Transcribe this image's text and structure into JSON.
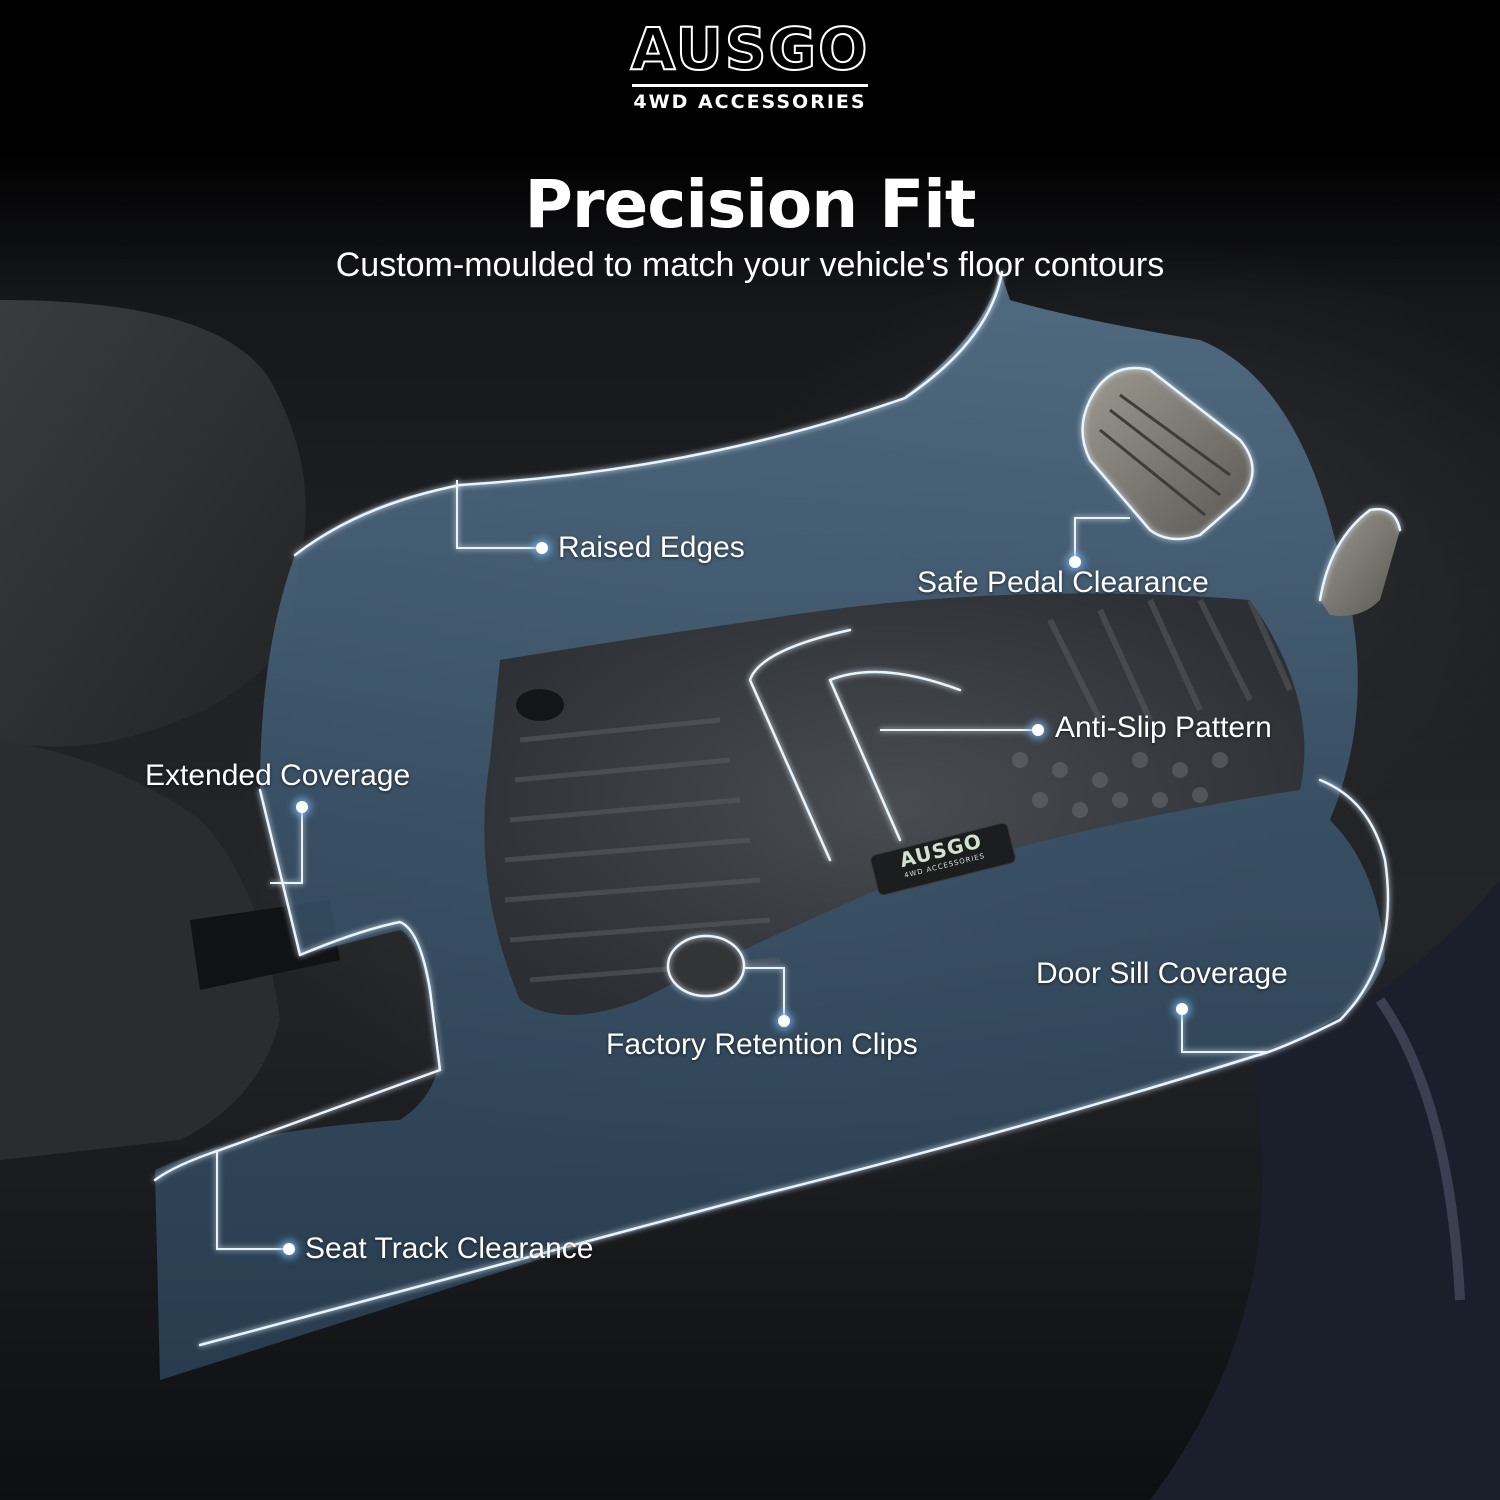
{
  "brand": {
    "name": "AUSGO",
    "tagline": "4WD ACCESSORIES"
  },
  "hero": {
    "title": "Precision Fit",
    "subtitle": "Custom-moulded to match your vehicle's floor contours"
  },
  "callouts": [
    {
      "id": "raised-edges",
      "label": "Raised Edges"
    },
    {
      "id": "safe-pedal-clearance",
      "label": "Safe Pedal Clearance"
    },
    {
      "id": "anti-slip-pattern",
      "label": "Anti-Slip Pattern"
    },
    {
      "id": "extended-coverage",
      "label": "Extended Coverage"
    },
    {
      "id": "door-sill-coverage",
      "label": "Door Sill Coverage"
    },
    {
      "id": "factory-retention-clips",
      "label": "Factory Retention Clips"
    },
    {
      "id": "seat-track-clearance",
      "label": "Seat Track Clearance"
    }
  ],
  "mat_logo": {
    "name": "AUSGO",
    "tagline": "4WD ACCESSORIES"
  },
  "colors": {
    "background": "#000000",
    "text": "#ffffff",
    "highlight": "#8fc4f0",
    "mat_blue_tint": "#4a6a86"
  }
}
